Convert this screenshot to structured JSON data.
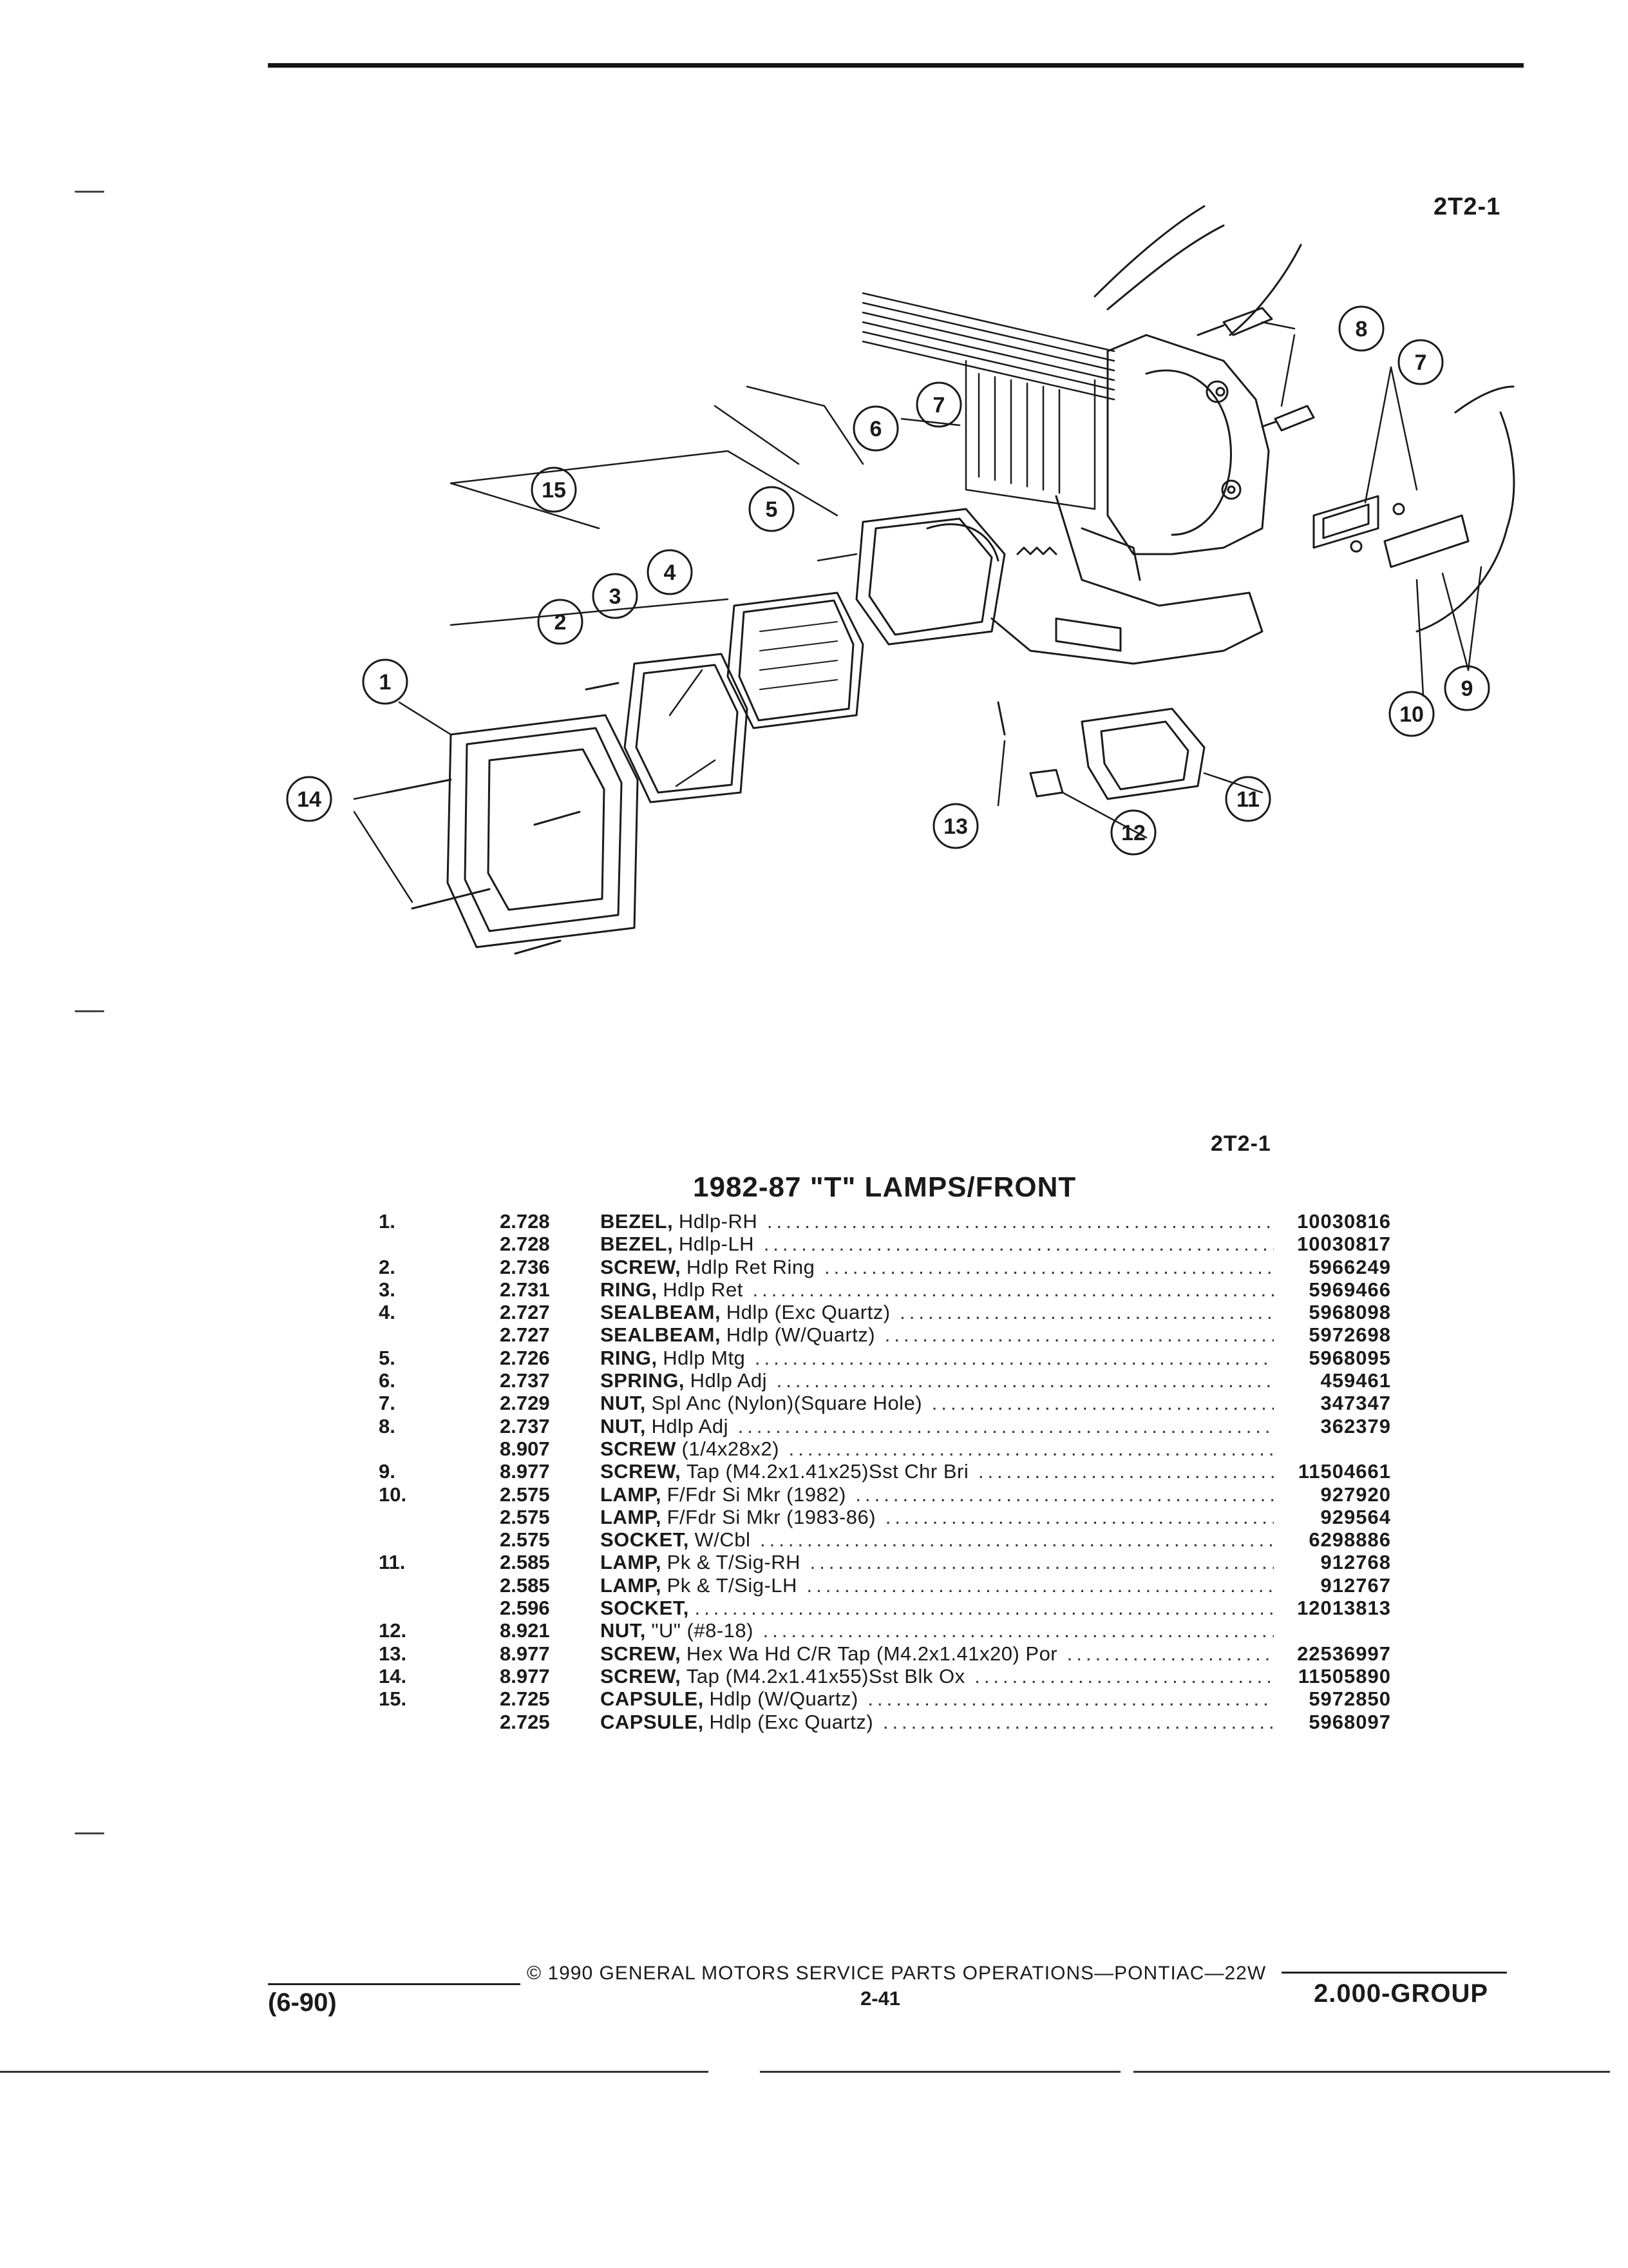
{
  "page_code_top": "2T2-1",
  "page_code_mid": "2T2-1",
  "title": "1982-87 \"T\" LAMPS/FRONT",
  "callouts": [
    "1",
    "2",
    "3",
    "4",
    "5",
    "6",
    "7",
    "8",
    "7",
    "9",
    "10",
    "11",
    "12",
    "13",
    "14",
    "15"
  ],
  "parts": [
    {
      "no": "1.",
      "group": "2.728",
      "name": "BEZEL,",
      "rest": "Hdlp-RH",
      "pn": "10030816"
    },
    {
      "no": "",
      "group": "2.728",
      "name": "BEZEL,",
      "rest": "Hdlp-LH",
      "pn": "10030817"
    },
    {
      "no": "2.",
      "group": "2.736",
      "name": "SCREW,",
      "rest": "Hdlp Ret Ring",
      "pn": "5966249"
    },
    {
      "no": "3.",
      "group": "2.731",
      "name": "RING,",
      "rest": "Hdlp Ret",
      "pn": "5969466"
    },
    {
      "no": "4.",
      "group": "2.727",
      "name": "SEALBEAM,",
      "rest": "Hdlp (Exc Quartz)",
      "pn": "5968098"
    },
    {
      "no": "",
      "group": "2.727",
      "name": "SEALBEAM,",
      "rest": "Hdlp (W/Quartz)",
      "pn": "5972698"
    },
    {
      "no": "5.",
      "group": "2.726",
      "name": "RING,",
      "rest": "Hdlp Mtg",
      "pn": "5968095"
    },
    {
      "no": "6.",
      "group": "2.737",
      "name": "SPRING,",
      "rest": "Hdlp Adj",
      "pn": "459461"
    },
    {
      "no": "7.",
      "group": "2.729",
      "name": "NUT,",
      "rest": "Spl Anc (Nylon)(Square Hole)",
      "pn": "347347"
    },
    {
      "no": "8.",
      "group": "2.737",
      "name": "NUT,",
      "rest": "Hdlp Adj",
      "pn": "362379"
    },
    {
      "no": "",
      "group": "8.907",
      "name": "SCREW",
      "rest": "(1/4x28x2)",
      "pn": ""
    },
    {
      "no": "9.",
      "group": "8.977",
      "name": "SCREW,",
      "rest": "Tap (M4.2x1.41x25)Sst Chr Bri",
      "pn": "11504661"
    },
    {
      "no": "10.",
      "group": "2.575",
      "name": "LAMP,",
      "rest": "F/Fdr Si Mkr (1982)",
      "pn": "927920"
    },
    {
      "no": "",
      "group": "2.575",
      "name": "LAMP,",
      "rest": "F/Fdr Si Mkr (1983-86)",
      "pn": "929564"
    },
    {
      "no": "",
      "group": "2.575",
      "name": "SOCKET,",
      "rest": "W/Cbl",
      "pn": "6298886"
    },
    {
      "no": "11.",
      "group": "2.585",
      "name": "LAMP,",
      "rest": "Pk & T/Sig-RH",
      "pn": "912768"
    },
    {
      "no": "",
      "group": "2.585",
      "name": "LAMP,",
      "rest": "Pk & T/Sig-LH",
      "pn": "912767"
    },
    {
      "no": "",
      "group": "2.596",
      "name": "SOCKET,",
      "rest": "",
      "pn": "12013813"
    },
    {
      "no": "12.",
      "group": "8.921",
      "name": "NUT,",
      "rest": "\"U\" (#8-18)",
      "pn": ""
    },
    {
      "no": "13.",
      "group": "8.977",
      "name": "SCREW,",
      "rest": "Hex Wa Hd C/R Tap (M4.2x1.41x20) Por",
      "pn": "22536997"
    },
    {
      "no": "14.",
      "group": "8.977",
      "name": "SCREW,",
      "rest": "Tap (M4.2x1.41x55)Sst Blk Ox",
      "pn": "11505890"
    },
    {
      "no": "15.",
      "group": "2.725",
      "name": "CAPSULE,",
      "rest": "Hdlp (W/Quartz)",
      "pn": "5972850"
    },
    {
      "no": "",
      "group": "2.725",
      "name": "CAPSULE,",
      "rest": "Hdlp (Exc Quartz)",
      "pn": "5968097"
    }
  ],
  "footer": {
    "copyright": "© 1990 GENERAL MOTORS SERVICE PARTS OPERATIONS—PONTIAC—22W",
    "page": "2-41",
    "date": "(6-90)",
    "group": "2.000-GROUP"
  }
}
